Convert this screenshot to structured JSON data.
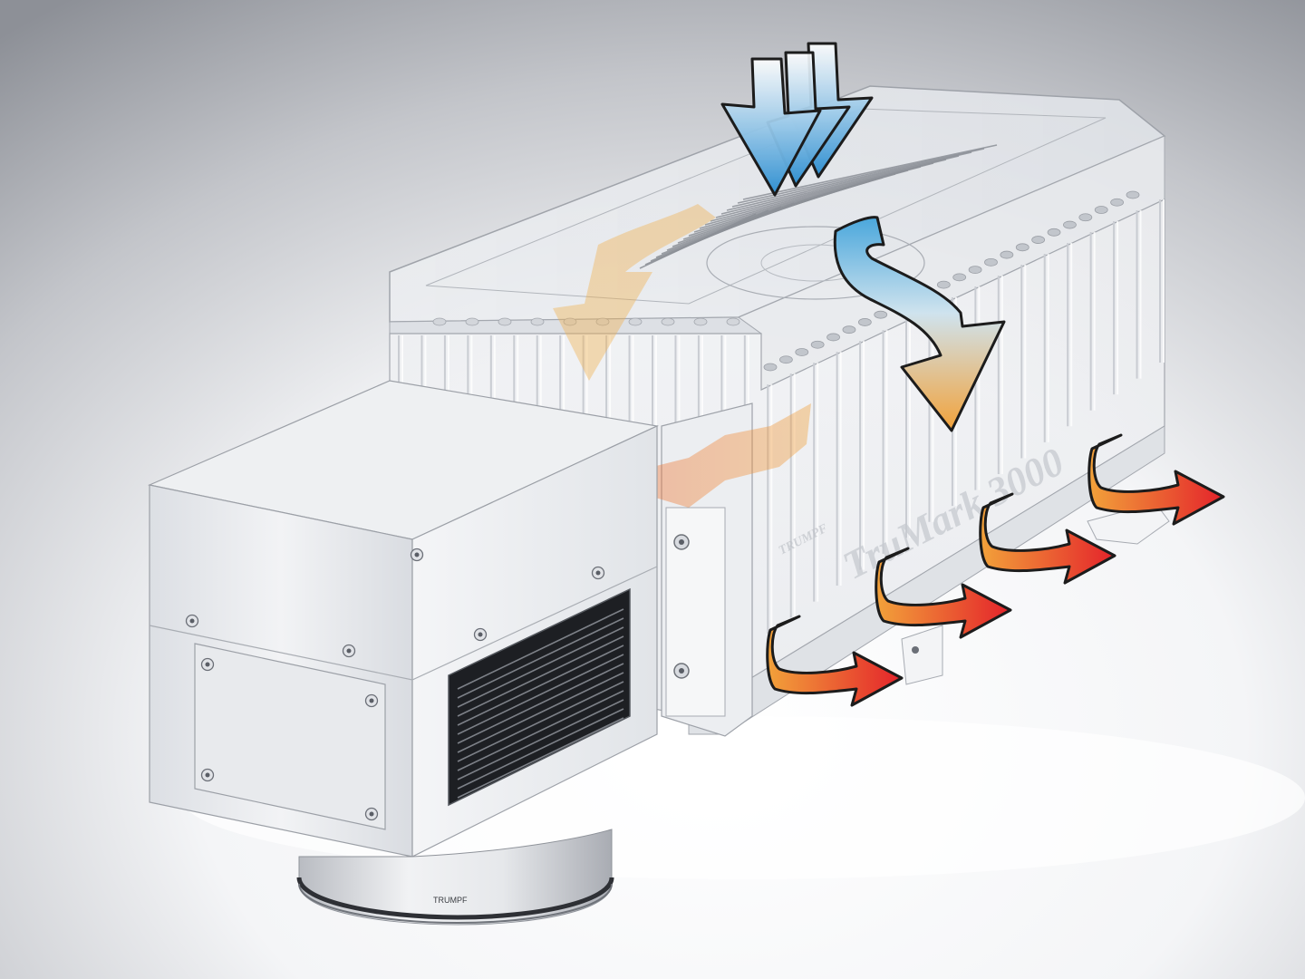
{
  "diagram": {
    "housing_engraving": "TruMark 3000",
    "housing_badge": "TRUMPF",
    "lens_ring_text": "TRUMPF",
    "colors": {
      "cool_air": "#2f8fd0",
      "warm_air": "#f2a23a",
      "hot_air": "#e4232b",
      "background_top": "#8d9097",
      "background_bottom": "#ffffff"
    },
    "icons": [
      "cool-air-intake-arrow",
      "warm-airflow-arrow",
      "hot-air-exhaust-arrow",
      "cooling-fins",
      "front-vent-grille",
      "mounting-screw"
    ]
  }
}
